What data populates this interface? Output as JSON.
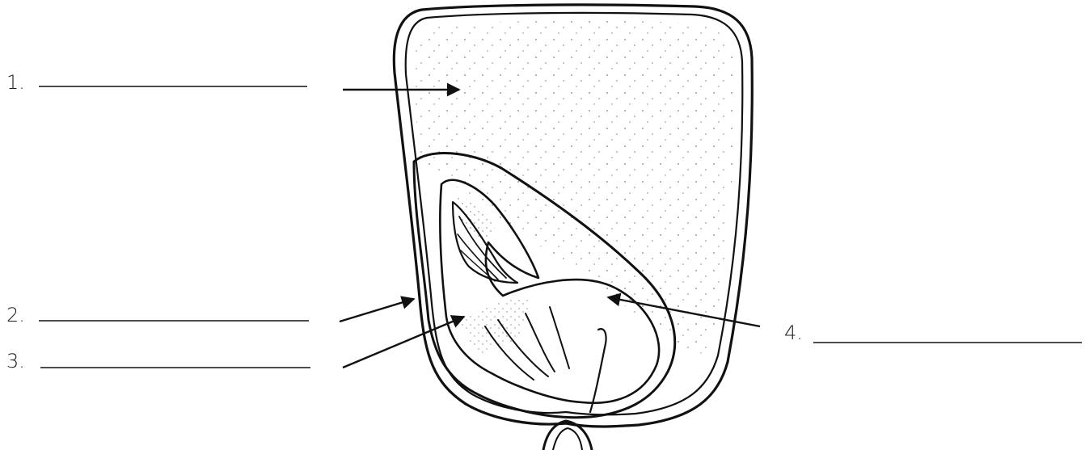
{
  "labels": [
    {
      "number": "1.",
      "answer": ""
    },
    {
      "number": "2.",
      "answer": ""
    },
    {
      "number": "3.",
      "answer": ""
    },
    {
      "number": "4.",
      "answer": ""
    }
  ],
  "colors": {
    "ink": "#111111",
    "background": "#ffffff"
  }
}
